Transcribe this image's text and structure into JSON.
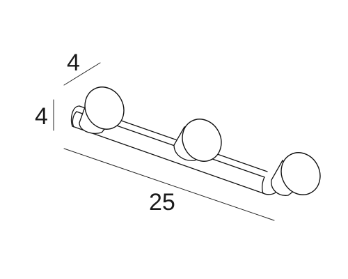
{
  "dimensions": {
    "depth": "4",
    "height": "4",
    "length": "25"
  },
  "hooks": {
    "count": 3
  }
}
